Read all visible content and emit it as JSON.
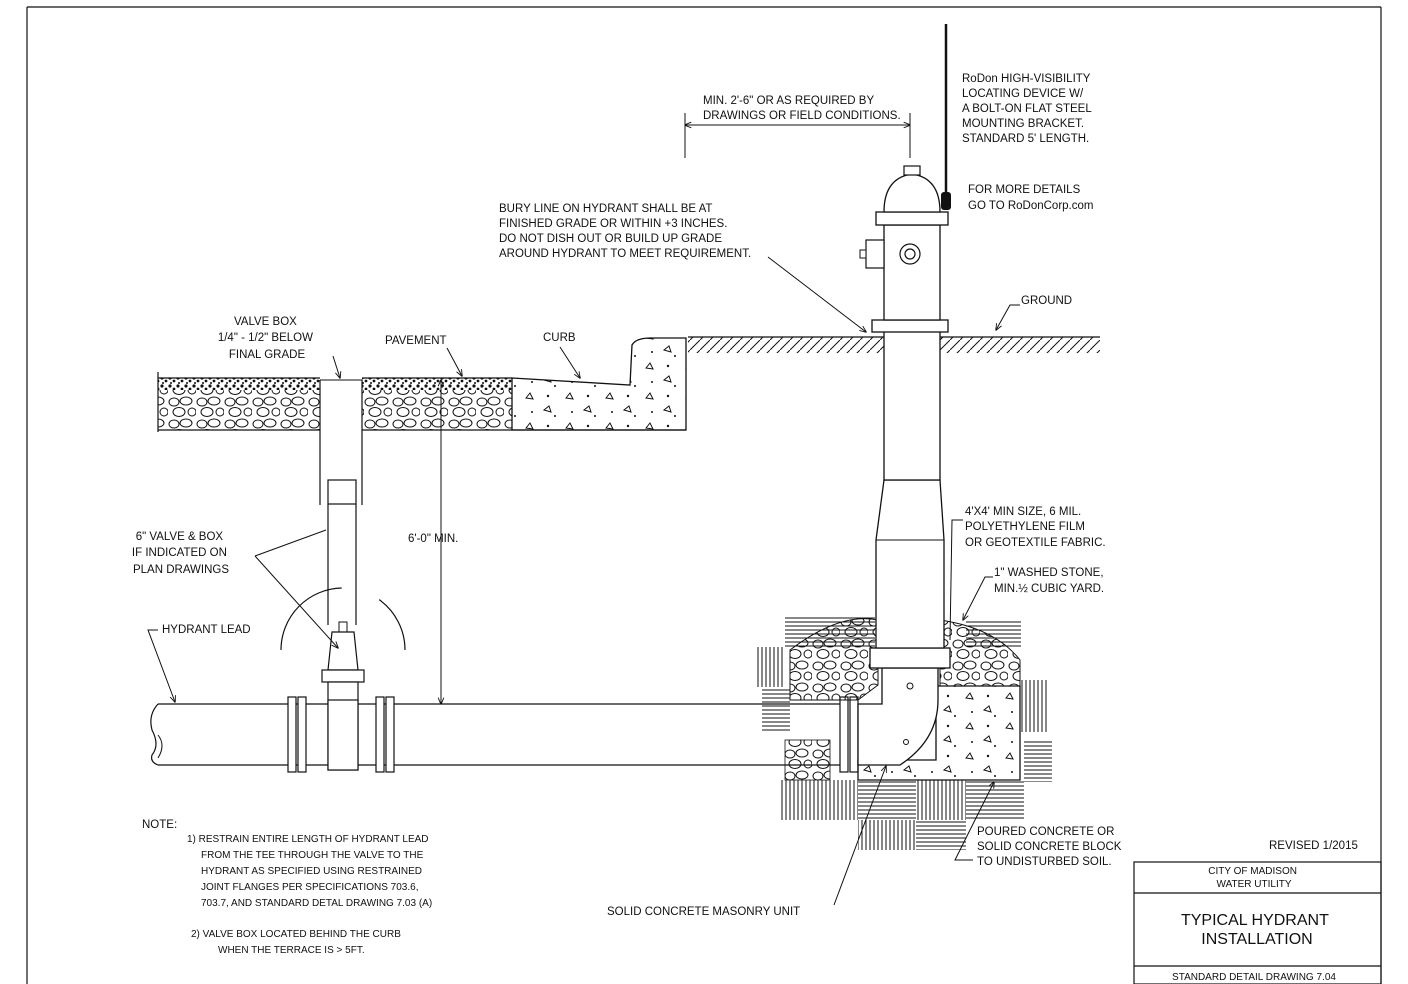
{
  "labels": {
    "locating_device": [
      "RoDon HIGH-VISIBILITY",
      "LOCATING DEVICE W/",
      "A BOLT-ON FLAT STEEL",
      "MOUNTING BRACKET.",
      "STANDARD 5' LENGTH."
    ],
    "more_details": [
      "FOR MORE DETAILS",
      "GO TO RoDonCorp.com"
    ],
    "min_offset": [
      "MIN. 2'-6\" OR AS REQUIRED BY",
      "DRAWINGS OR FIELD CONDITIONS."
    ],
    "bury_line": [
      "BURY LINE ON HYDRANT SHALL BE AT",
      "FINISHED GRADE OR WITHIN +3 INCHES.",
      "DO NOT DISH OUT OR BUILD UP GRADE",
      "AROUND HYDRANT TO MEET REQUIREMENT."
    ],
    "ground": "GROUND",
    "valve_box": [
      "VALVE BOX",
      "1/4\" - 1/2\" BELOW",
      "FINAL GRADE"
    ],
    "pavement": "PAVEMENT",
    "curb": "CURB",
    "valve_and_box": [
      "6\" VALVE & BOX",
      "IF INDICATED ON",
      "PLAN DRAWINGS"
    ],
    "depth": "6'-0\" MIN.",
    "hydrant_lead": "HYDRANT LEAD",
    "film": [
      "4'X4' MIN SIZE, 6 MIL.",
      "POLYETHYLENE FILM",
      "OR GEOTEXTILE FABRIC."
    ],
    "stone": [
      "1\" WASHED STONE,",
      "MIN.½ CUBIC YARD."
    ],
    "poured_concrete": [
      "POURED CONCRETE OR",
      "SOLID CONCRETE BLOCK",
      "TO UNDISTURBED SOIL."
    ],
    "masonry": "SOLID CONCRETE MASONRY UNIT",
    "note_heading": "NOTE:",
    "note_1": [
      "1)  RESTRAIN ENTIRE LENGTH OF HYDRANT LEAD",
      "FROM THE TEE THROUGH THE VALVE TO THE",
      "HYDRANT AS SPECIFIED USING RESTRAINED",
      "JOINT FLANGES PER SPECIFICATIONS 703.6,",
      "703.7, AND STANDARD DETAL DRAWING 7.03 (A)"
    ],
    "note_2": [
      "2) VALVE BOX LOCATED BEHIND THE CURB",
      "WHEN THE TERRACE IS > 5FT."
    ]
  },
  "title_block": {
    "revised": "REVISED 1/2015",
    "org_line1": "CITY OF MADISON",
    "org_line2": "WATER UTILITY",
    "title_line1": "TYPICAL HYDRANT",
    "title_line2": "INSTALLATION",
    "drawing_number": "STANDARD DETAIL DRAWING 7.04"
  },
  "colors": {
    "ink": "#111111",
    "paper": "#ffffff"
  }
}
